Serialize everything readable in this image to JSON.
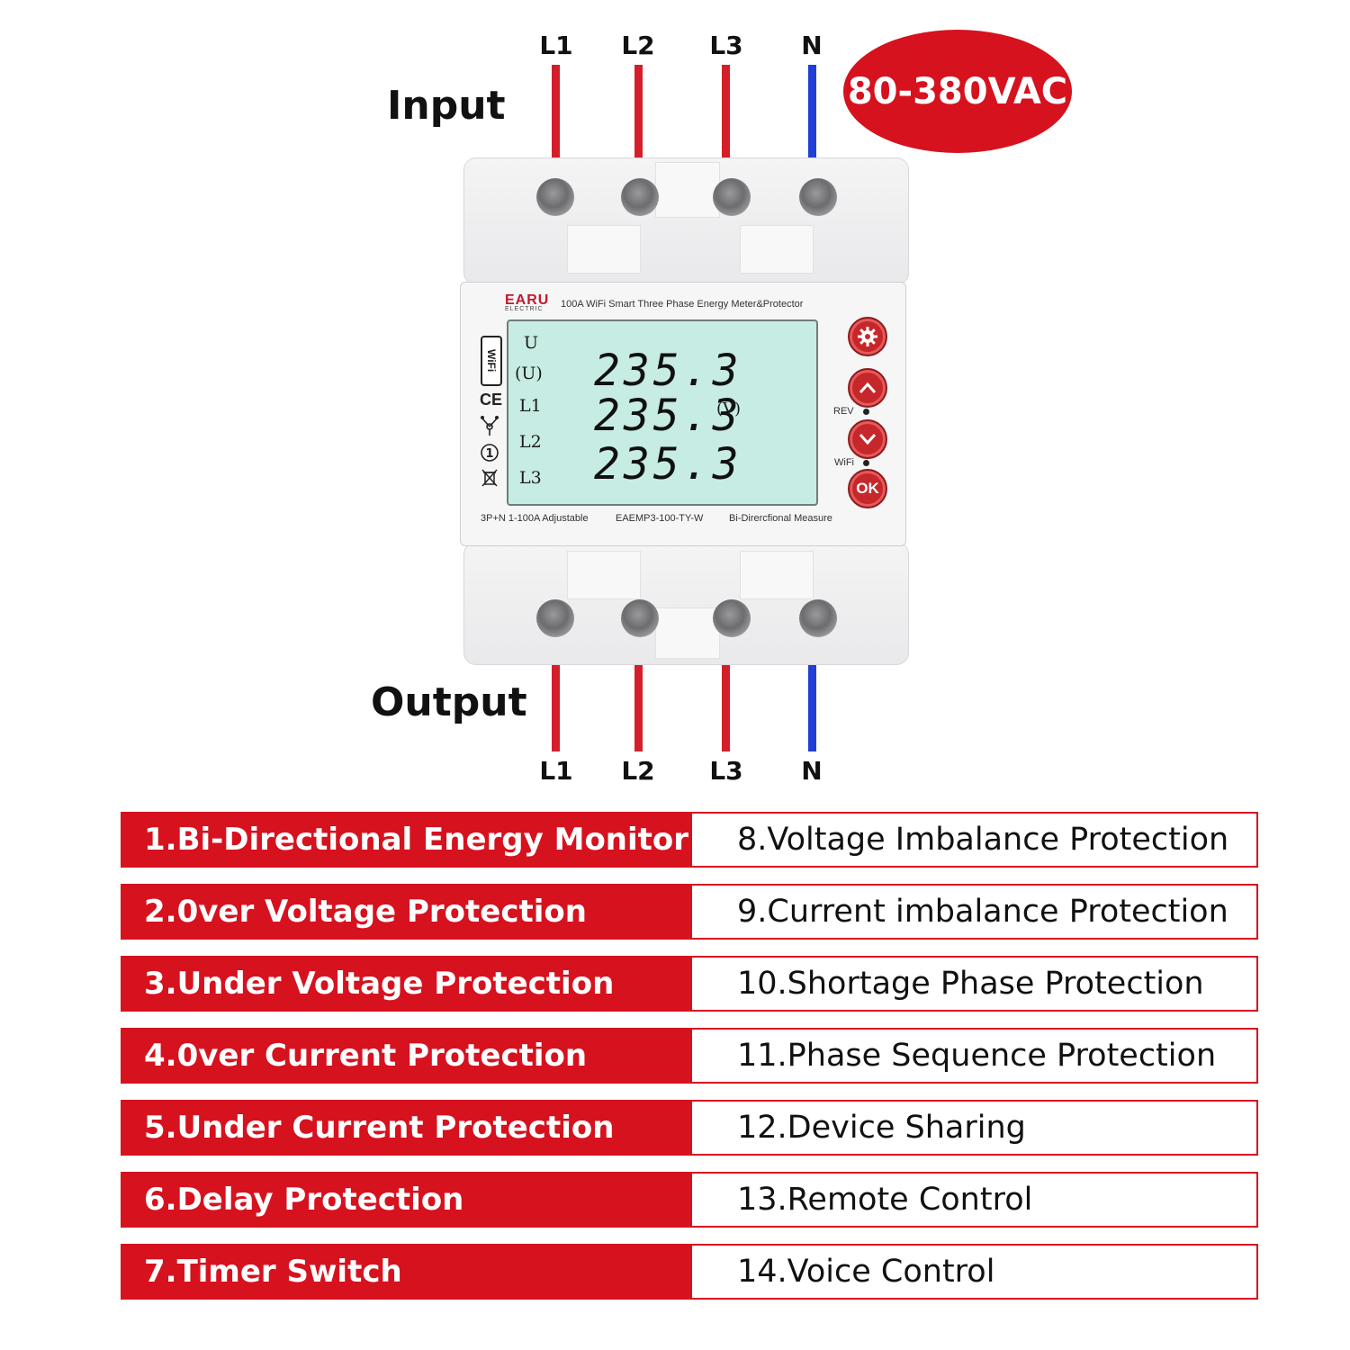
{
  "input_label": "Input",
  "output_label": "Output",
  "voltage_badge": "80-380VAC",
  "terminals_top": [
    "L1",
    "L2",
    "L3",
    "N"
  ],
  "terminals_bottom": [
    "L1",
    "L2",
    "L3",
    "N"
  ],
  "device": {
    "brand": "EARU",
    "brand_sub": "ELECTRIC",
    "title": "100A WiFi Smart Three Phase Energy Meter&Protector",
    "wifi_badge": "WiFi",
    "ce_mark": "CE",
    "lcd": {
      "labels": [
        "U",
        "(U)",
        "L1",
        "L2",
        "L3"
      ],
      "readings": [
        "235.3",
        "235.3",
        "235.3"
      ],
      "unit": "(V)"
    },
    "buttons": {
      "rev_label": "REV",
      "wifi_label": "WiFi",
      "ok_label": "OK"
    },
    "bottom_left": "3P+N 1-100A Adjustable",
    "bottom_center": "EAEMP3-100-TY-W",
    "bottom_right": "Bi-Dirercfional Measure"
  },
  "colors": {
    "red": "#d6121f",
    "wire_red": "#d41f2a",
    "wire_blue": "#1f3fd6",
    "lcd": "#c7ece3"
  },
  "features_left": [
    "1.Bi-Directional Energy Monitor",
    "2.0ver Voltage Protection",
    "3.Under Voltage Protection",
    "4.0ver Current Protection",
    "5.Under Current Protection",
    "6.Delay Protection",
    "7.Timer Switch"
  ],
  "features_right": [
    "8.Voltage Imbalance Protection",
    "9.Current imbalance Protection",
    "10.Shortage Phase Protection",
    "11.Phase Sequence Protection",
    "12.Device Sharing",
    "13.Remote Control",
    "14.Voice Control"
  ]
}
